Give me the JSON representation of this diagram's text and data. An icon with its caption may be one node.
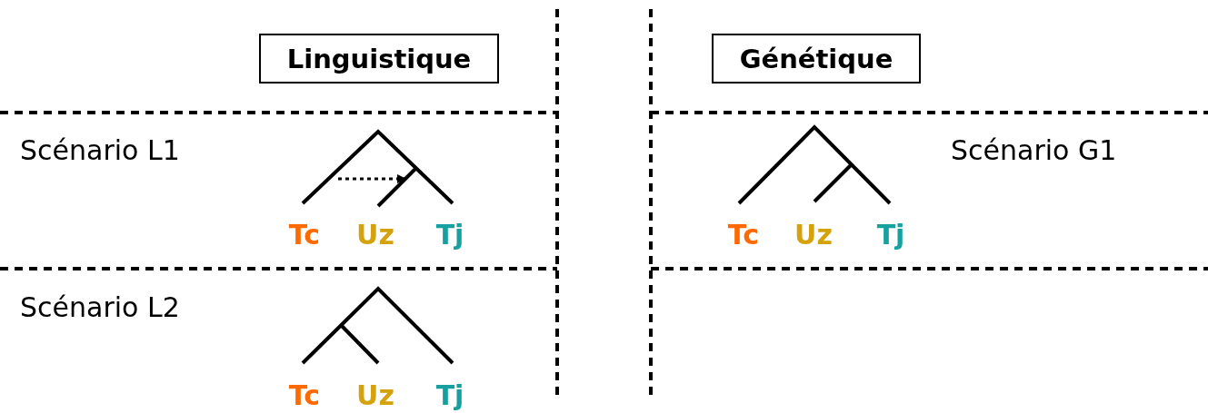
{
  "diagram": {
    "nodes": [
      {
        "text": [
          "Linguistique"
        ]
      },
      {
        "text": [
          "Génétique"
        ]
      }
    ],
    "labels": [
      "Scénario L1",
      "Tc",
      "Uz",
      "Tj",
      "Scénario G1",
      "Tc",
      "Uz",
      "Tj",
      "Scénario L2",
      "Tc",
      "Uz",
      "Tj"
    ]
  }
}
